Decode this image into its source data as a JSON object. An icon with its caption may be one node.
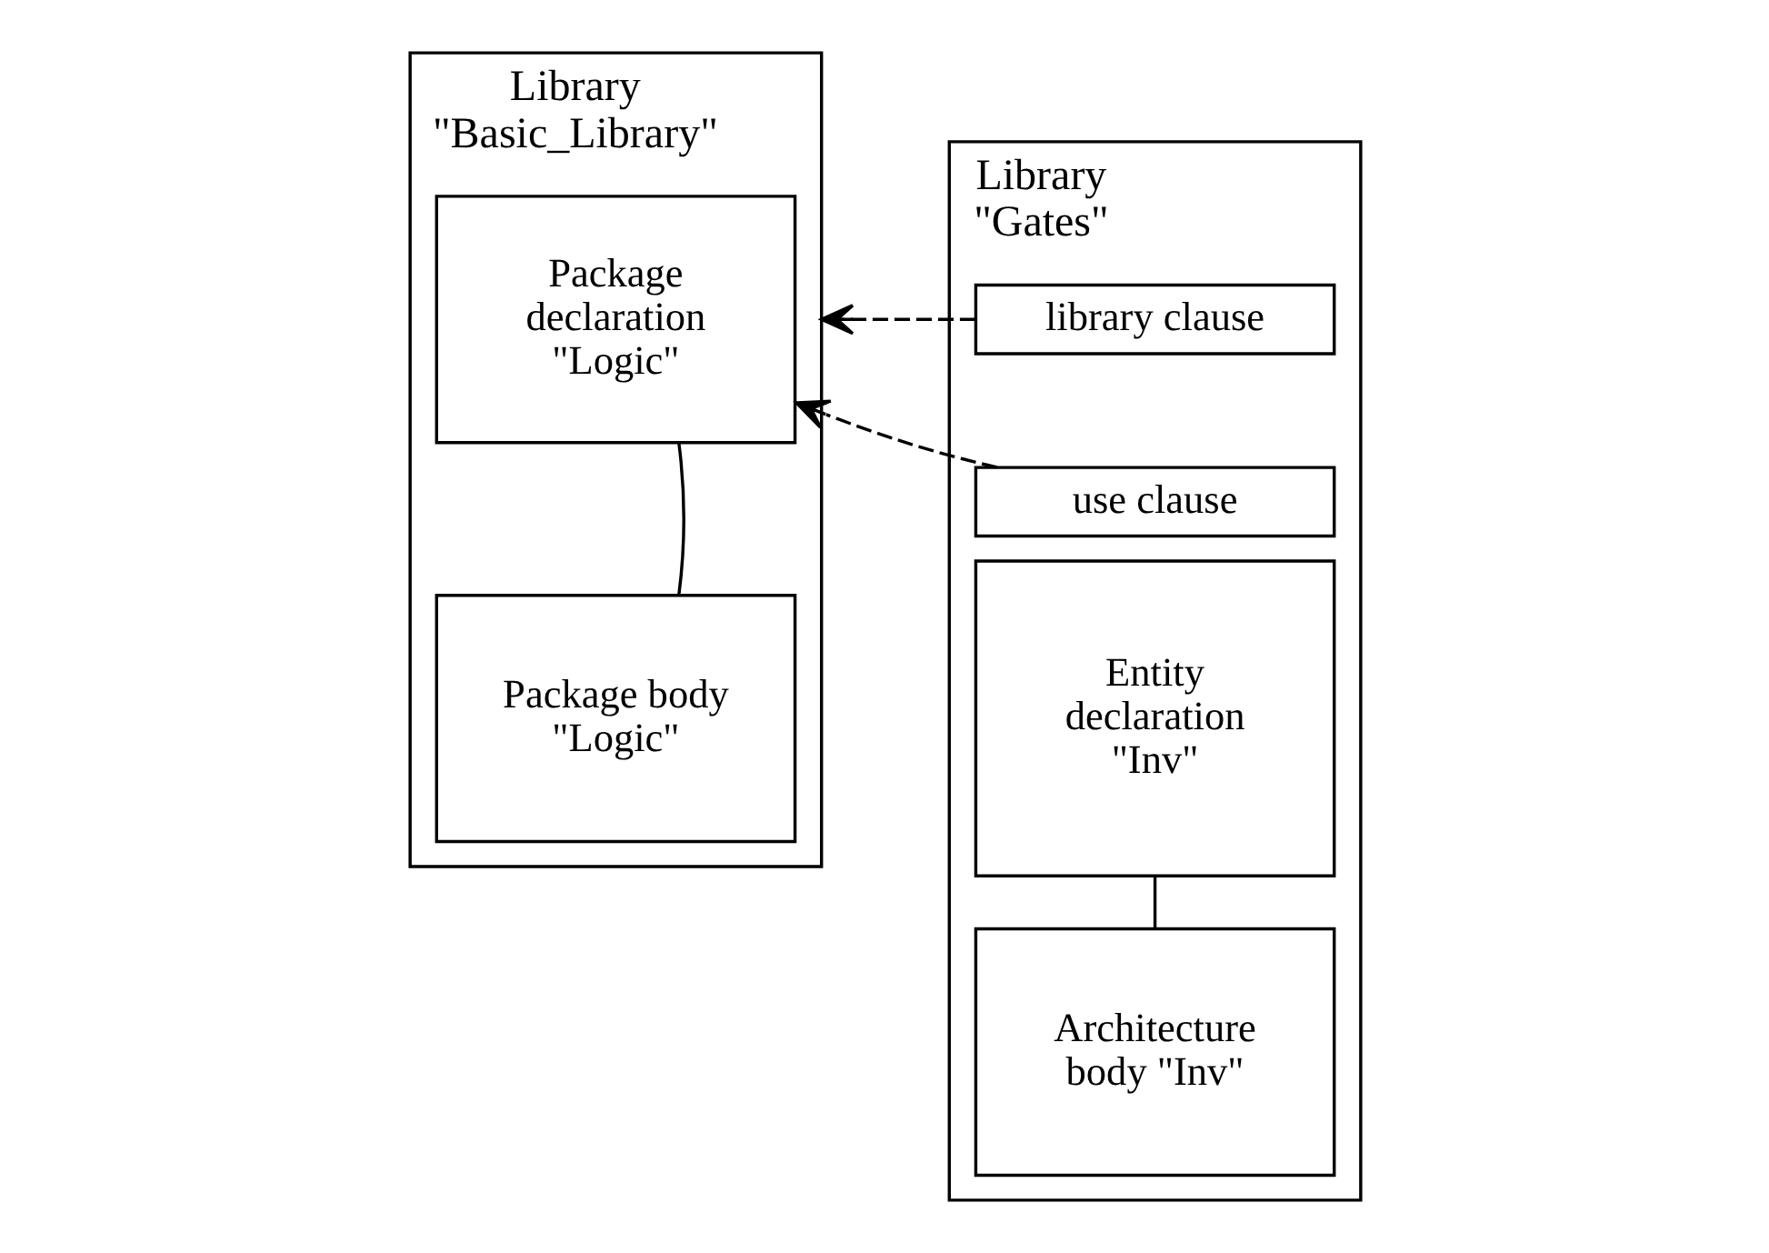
{
  "diagram": {
    "nodes": [
      {
        "text": [
          "Library \"Basic_Library\""
        ]
      },
      {
        "text": [
          "Package declaration \"Logic\""
        ],
        "in": 0
      },
      {
        "text": [
          "Package body \"Logic\""
        ],
        "in": 0
      },
      {
        "text": [
          "Library \"Gates\""
        ]
      },
      {
        "text": [
          "library clause"
        ],
        "in": 3
      },
      {
        "text": [
          "use clause"
        ],
        "in": 3
      },
      {
        "text": [
          "Entity declaration \"Inv\""
        ],
        "in": 3
      },
      {
        "text": [
          "Architecture body \"Inv\""
        ],
        "in": 3
      }
    ],
    "edges": [
      {
        "from": 4,
        "to": 0,
        "arrow": "to",
        "style": "dashed"
      },
      {
        "from": 5,
        "to": 1,
        "arrow": "to",
        "style": "dashed"
      },
      {
        "from": 1,
        "to": 2,
        "arrow": "none"
      },
      {
        "from": 6,
        "to": 7,
        "arrow": "none"
      }
    ]
  }
}
